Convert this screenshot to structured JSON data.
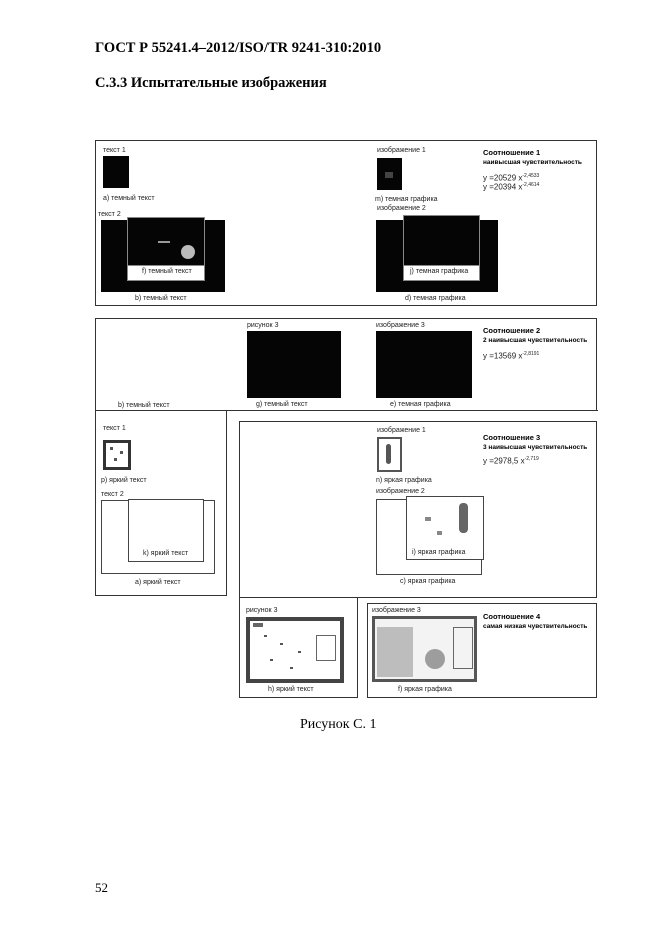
{
  "header": {
    "doc_title": "ГОСТ Р 55241.4–2012/ISO/TR 9241-310:2010",
    "section_title": "С.3.3 Испытательные изображения"
  },
  "panel1": {
    "label_text1": "текст 1",
    "label_a": "а) темный текст",
    "label_text2": "текст 2",
    "label_f": "f) темный текст",
    "label_b": "b) темный текст",
    "label_image1": "изображение 1",
    "label_m": "m) темная графика",
    "label_image2": "изображение 2",
    "label_j": "j) темная графика",
    "label_d": "d) темная графика",
    "ratio_title": "Соотношение 1",
    "ratio_sub": "наивысшая чувствительность",
    "eq1_prefix": "y =20529 x",
    "eq1_exp": "-2,4533",
    "eq2_prefix": "y =20394 x",
    "eq2_exp": "-2,4614"
  },
  "panel2": {
    "label_fig3": "рисунок 3",
    "label_g": "g) темный текст",
    "label_image3": "изображение 3",
    "label_e": "е) темная графика",
    "label_b": "b) темный текст",
    "ratio_title": "Соотношение 2",
    "ratio_sub": "2 наивысшая чувствительность",
    "eq_prefix": "y =13569 x",
    "eq_exp": "-2,8191"
  },
  "panel3": {
    "label_text1": "текст 1",
    "label_p": "р) яркий текст",
    "label_text2": "текст 2",
    "label_k": "k) яркий текст",
    "label_a": "а) яркий текст",
    "label_image1": "изображение 1",
    "label_n": "n) яркая графика",
    "label_image2": "изображение 2",
    "label_i": "i) яркая графика",
    "label_c": "с) яркая графика",
    "ratio_title": "Соотношение 3",
    "ratio_sub": "3 наивысшая чувствительность",
    "eq_prefix": "y =2978,5 x",
    "eq_exp": "-2,719"
  },
  "panel4": {
    "label_fig3": "рисунок 3",
    "label_h": "h) яркий текст",
    "label_image3": "изображение 3",
    "label_f": "f) яркая графика",
    "ratio_title": "Соотношение 4",
    "ratio_sub": "самая низкая чувствительность"
  },
  "figure_caption": "Рисунок С. 1",
  "page_number": "52"
}
